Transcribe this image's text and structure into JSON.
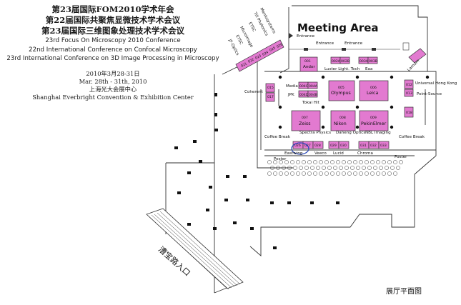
{
  "header": {
    "cn_line1": "第23届国际FOM2010学术年会",
    "cn_line2": "第22届国际共聚焦显微技术学术会议",
    "cn_line3": "第23届国际三维图象处理技术学术会议",
    "en_line1": "23rd Focus On Microscopy 2010 Conference",
    "en_line2": "22nd International Conference on Confocal Microscopy",
    "en_line3": "23rd International Conference on 3D Image Processing in Microscopy",
    "date_cn": "2010年3月28-31日",
    "date_en": "Mar. 28th - 31th, 2010",
    "venue_cn": "上海光大会展中心",
    "venue_en": "Shanghai Everbright Convention & Exhibition Center"
  },
  "map": {
    "meeting_area": "Meeting Area",
    "entrances": [
      "Entrance",
      "Entrance",
      "Entrance"
    ],
    "coffee_breaks": [
      "Coffee Break",
      "Coffee Break"
    ],
    "posters": [
      "Poster",
      "Poster"
    ],
    "street_entrance": "漕宝路入口",
    "footer_label": "展厅平面图",
    "diagonal_exhibitors": [
      "Menlosystems",
      "Till Photonics",
      "ETSC",
      "Microimage",
      "ETSC",
      "JF-Optics"
    ],
    "diagonal_booth_numbers": [
      "021",
      "022",
      "023",
      "024",
      "025",
      "026"
    ],
    "side_labels": {
      "coherent": "Coherent",
      "media": "Media",
      "jpk": "JPK",
      "tokai_hit": "Tokai Hit",
      "luster": "Luster Light. Tech",
      "eaa": "Eaa",
      "lamum": "Lamum",
      "uhk": "Universal Hong Kong",
      "point_source": "Point-Source",
      "spectra_physics": "Spectra Physics",
      "daheng_optics": "Daheng Optics",
      "nbl_imaging": "NBL Imaging",
      "eastwing": "Eastwing",
      "veeco": "Veeco",
      "lucid": "Lucid",
      "chroma": "Chroma"
    },
    "booths": [
      {
        "id": "001",
        "name": "Andor"
      },
      {
        "id": "002A",
        "name": ""
      },
      {
        "id": "002B",
        "name": ""
      },
      {
        "id": "003A",
        "name": ""
      },
      {
        "id": "003B",
        "name": ""
      },
      {
        "id": "004C",
        "name": ""
      },
      {
        "id": "004A",
        "name": ""
      },
      {
        "id": "004D",
        "name": ""
      },
      {
        "id": "004B",
        "name": ""
      },
      {
        "id": "005",
        "name": "Olympus"
      },
      {
        "id": "006",
        "name": "Leica"
      },
      {
        "id": "007",
        "name": "Zeiss"
      },
      {
        "id": "008",
        "name": "Nikon"
      },
      {
        "id": "009",
        "name": "PekinElmer"
      },
      {
        "id": "015",
        "name": ""
      },
      {
        "id": "017",
        "name": ""
      },
      {
        "id": "012",
        "name": ""
      },
      {
        "id": "013",
        "name": ""
      },
      {
        "id": "018",
        "name": ""
      },
      {
        "id": "026",
        "name": ""
      },
      {
        "id": "027",
        "name": ""
      },
      {
        "id": "028",
        "name": ""
      },
      {
        "id": "029",
        "name": ""
      },
      {
        "id": "030",
        "name": ""
      },
      {
        "id": "031",
        "name": ""
      },
      {
        "id": "032",
        "name": ""
      },
      {
        "id": "033",
        "name": ""
      }
    ],
    "colors": {
      "booth": "#e27ad0",
      "walls": "#333333"
    }
  }
}
